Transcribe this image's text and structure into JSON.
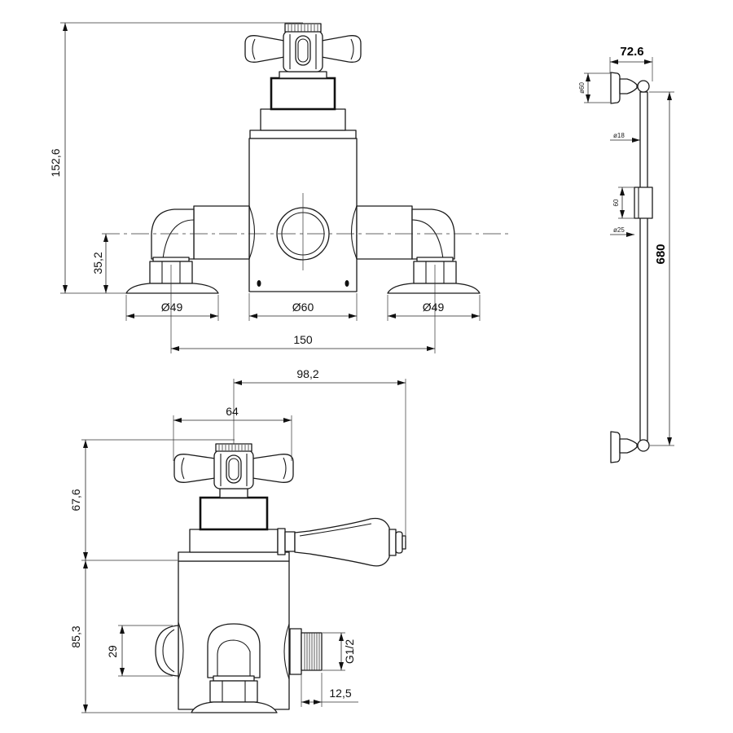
{
  "front_view": {
    "height_overall": "152,6",
    "height_to_centre": "35,2",
    "left_rosette_diameter": "Ø49",
    "body_diameter": "Ø60",
    "right_rosette_diameter": "Ø49",
    "inlet_centres": "150"
  },
  "slide_rail": {
    "projection": "72.6",
    "bracket_diameter": "ø60",
    "rail_diameter": "ø18",
    "slider_height": "60",
    "slider_diameter": "ø25",
    "rail_length": "680"
  },
  "side_view": {
    "lever_projection": "98,2",
    "handle_span": "64",
    "upper_height": "67,6",
    "lower_height": "85,3",
    "side_outlet_height": "29",
    "thread_size": "G1/2",
    "thread_length": "12,5"
  }
}
